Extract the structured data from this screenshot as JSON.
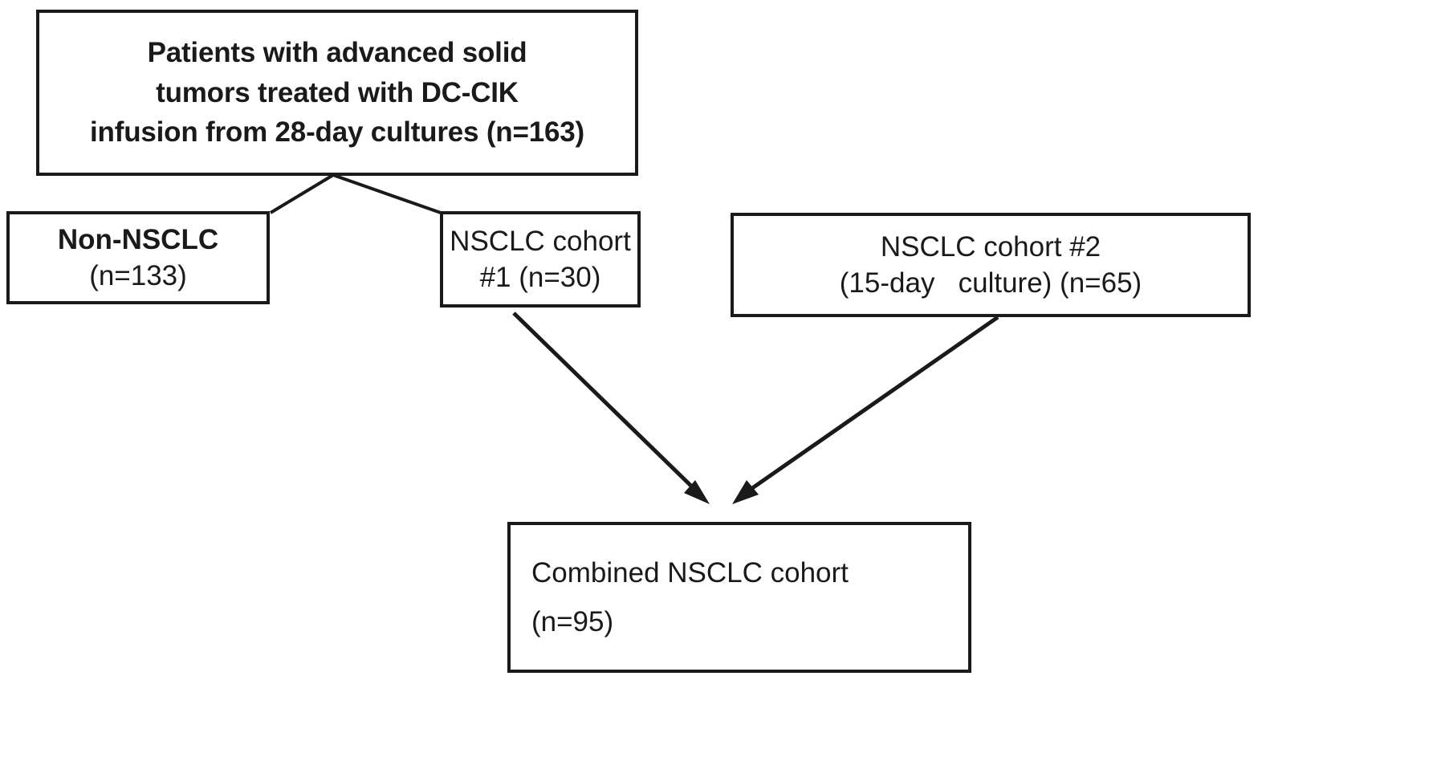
{
  "diagram": {
    "type": "flowchart",
    "title": "Patient cohort flow diagram",
    "background_color": "#ffffff",
    "stroke_color": "#1a1a1a",
    "nodes": {
      "root": {
        "line1": "Patients with advanced solid",
        "line2": "tumors treated with DC-CIK",
        "line3": "infusion from 28-day cultures (n=163)",
        "count": 163,
        "bold": true
      },
      "non_nsclc": {
        "line1": "Non-NSCLC",
        "line2": "(n=133)",
        "count": 133
      },
      "cohort1": {
        "line1": "NSCLC cohort",
        "line2": "#1 (n=30)",
        "count": 30
      },
      "cohort2": {
        "line1": "NSCLC cohort #2",
        "line2": "(15-day   culture) (n=65)",
        "count": 65
      },
      "combined": {
        "line1": "Combined NSCLC cohort",
        "line2": "(n=95)",
        "count": 95
      }
    },
    "edges": [
      {
        "name": "root-to-non-nsclc",
        "from": "root",
        "to": "non_nsclc",
        "arrowhead": false
      },
      {
        "name": "root-to-cohort1",
        "from": "root",
        "to": "cohort1",
        "arrowhead": false
      },
      {
        "name": "cohort1-to-combined",
        "from": "cohort1",
        "to": "combined",
        "arrowhead": true
      },
      {
        "name": "cohort2-to-combined",
        "from": "cohort2",
        "to": "combined",
        "arrowhead": true
      }
    ]
  }
}
